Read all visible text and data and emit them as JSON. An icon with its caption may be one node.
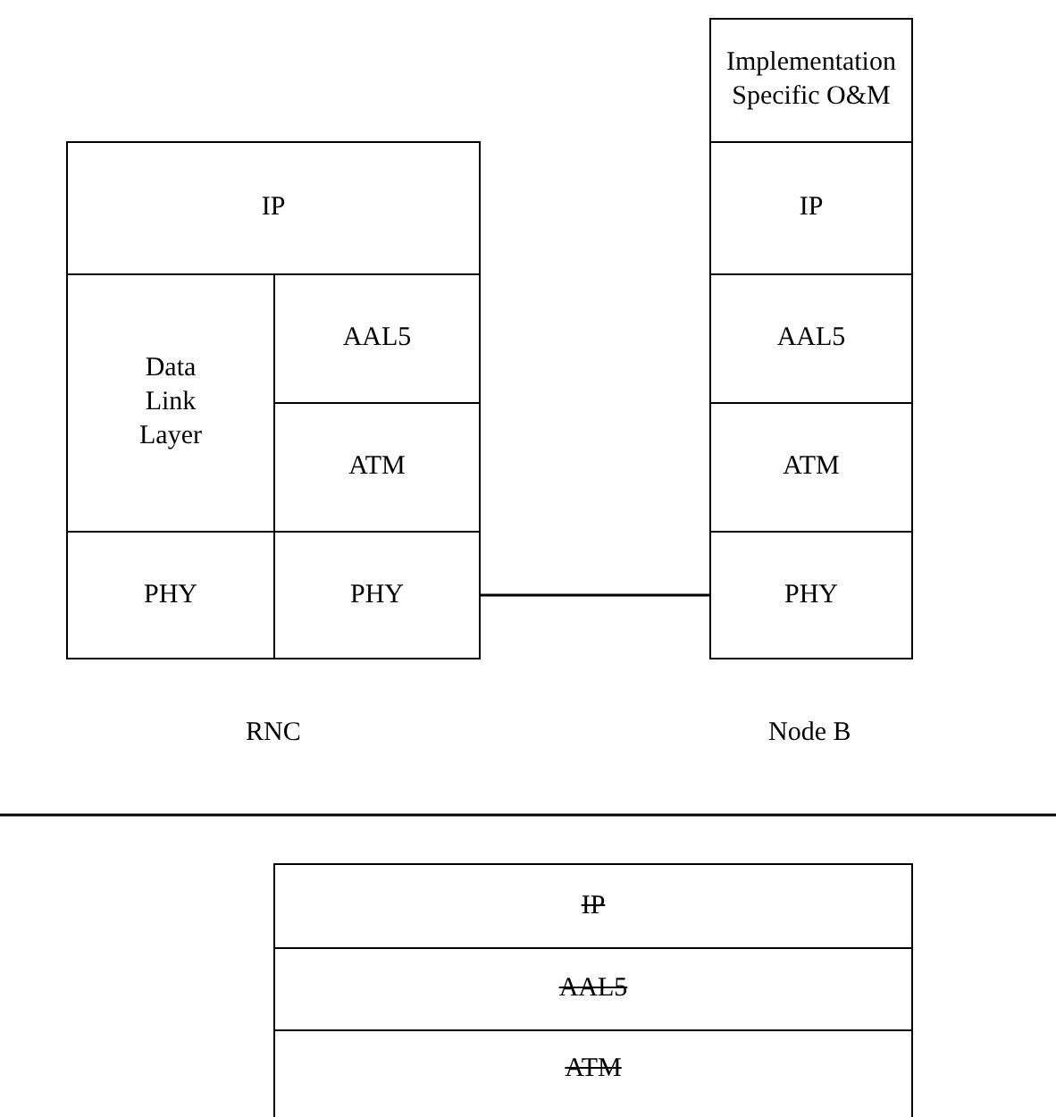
{
  "diagram": {
    "nodes": [
      {
        "text": [
          "IP"
        ]
      },
      {
        "text": [
          "Data Link Layer"
        ]
      },
      {
        "text": [
          "AAL5"
        ]
      },
      {
        "text": [
          "ATM"
        ]
      },
      {
        "text": [
          "PHY"
        ]
      },
      {
        "text": [
          "PHY"
        ]
      },
      {
        "text": [
          "Implementation Specific O&M"
        ]
      },
      {
        "text": [
          "IP"
        ]
      },
      {
        "text": [
          "AAL5"
        ]
      },
      {
        "text": [
          "ATM"
        ]
      },
      {
        "text": [
          "PHY"
        ]
      },
      {
        "text": [
          "IP"
        ]
      },
      {
        "text": [
          "AAL5"
        ]
      },
      {
        "text": [
          "ATM"
        ]
      }
    ],
    "edges": [
      {
        "from": 5,
        "to": 10,
        "arrow": "none"
      }
    ],
    "labels": [
      "RNC",
      "Node B"
    ]
  }
}
